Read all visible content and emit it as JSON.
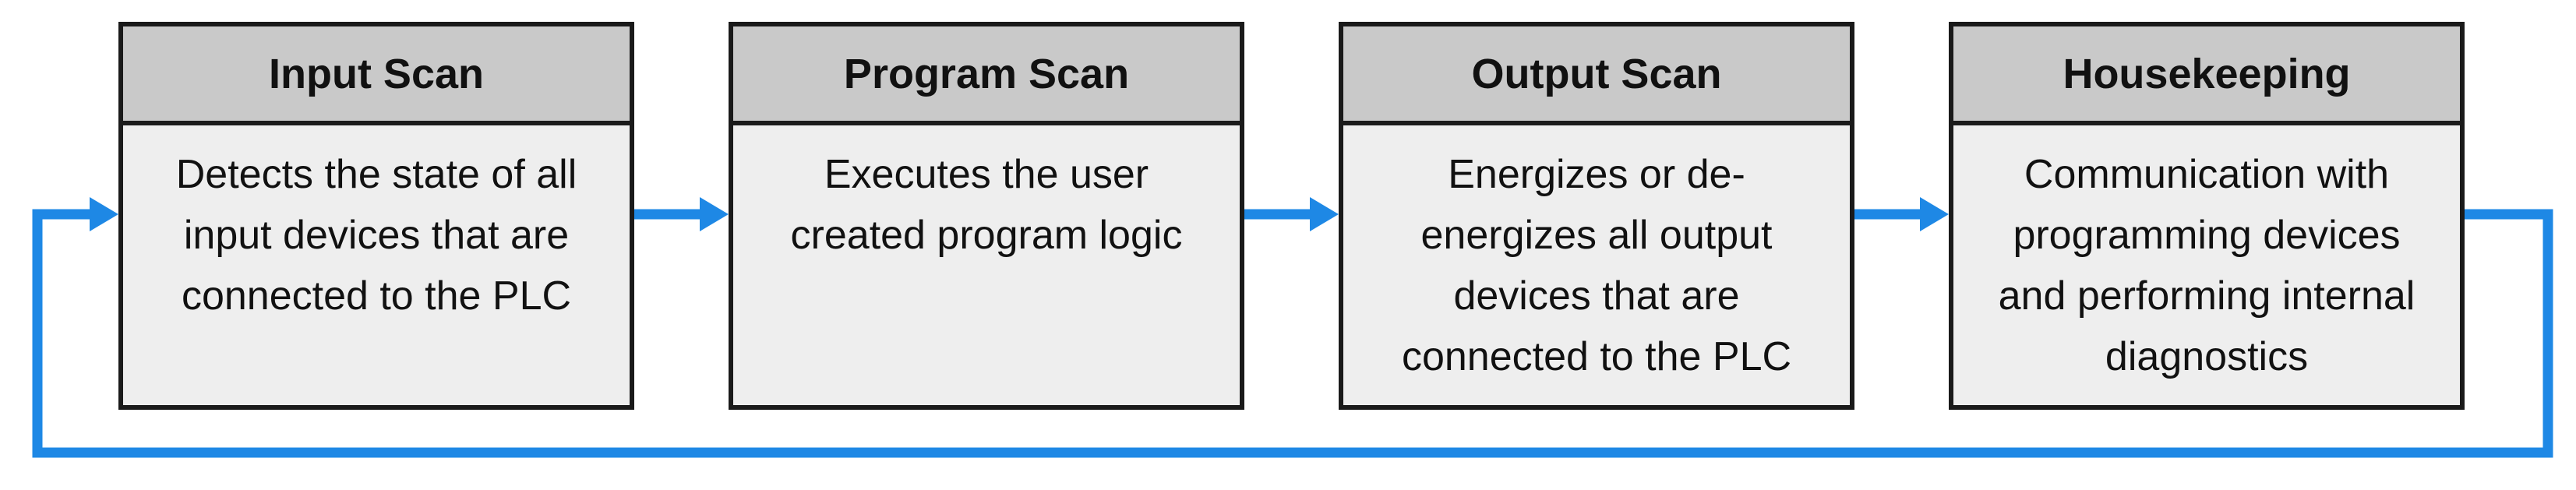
{
  "colors": {
    "arrow": "#1e88e5",
    "box_border": "#1a1a1a",
    "header_fill": "#c9c9c9",
    "body_fill": "#eeeeee",
    "text": "#111111"
  },
  "stages": [
    {
      "title": "Input Scan",
      "description": "Detects the state of all input devices that are connected to the PLC"
    },
    {
      "title": "Program Scan",
      "description": "Executes the user created program logic"
    },
    {
      "title": "Output Scan",
      "description": "Energizes or de-energizes all output devices that are connected to the PLC"
    },
    {
      "title": "Housekeeping",
      "description": "Communication with programming devices and performing internal diagnostics"
    }
  ]
}
